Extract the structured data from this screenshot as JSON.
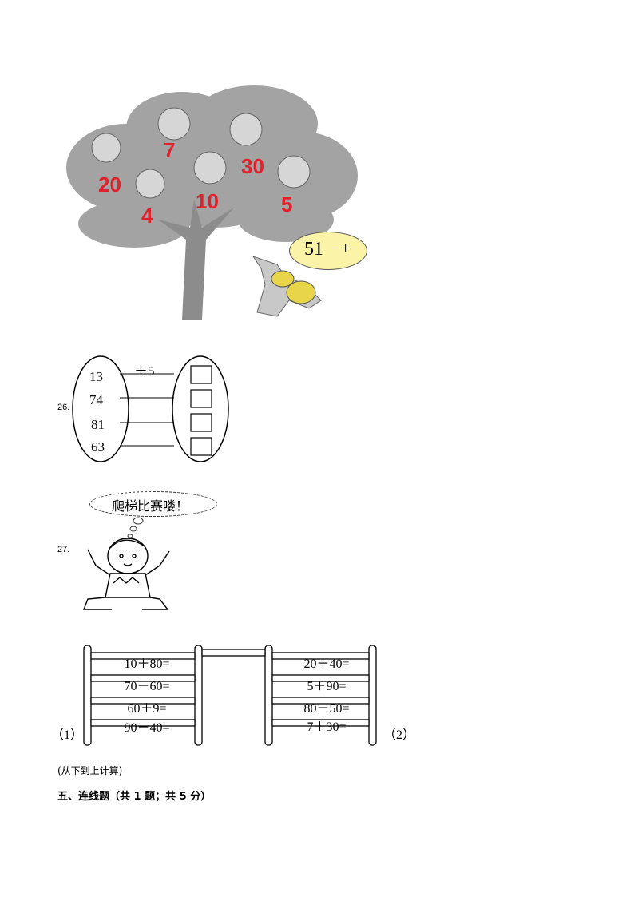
{
  "tree": {
    "numbers": [
      "7",
      "30",
      "20",
      "10",
      "5",
      "4"
    ],
    "bubble_number": "51",
    "bubble_sign": "+"
  },
  "q26": {
    "label": "26.",
    "operation": "＋5",
    "inputs": [
      "13",
      "74",
      "81",
      "63"
    ]
  },
  "q27": {
    "label": "27.",
    "speech": "爬梯比赛喽！",
    "left_ladder": {
      "label": "（1）",
      "rungs": [
        "10＋80=",
        "70－60=",
        "60＋9=",
        "90－40="
      ]
    },
    "right_ladder": {
      "label": "（2）",
      "rungs": [
        "20＋40=",
        "5＋90=",
        "80－50=",
        "7＋30="
      ]
    },
    "note": "(从下到上计算)"
  },
  "section5": {
    "title": "五、连线题（共 1 题；共 5 分）"
  }
}
